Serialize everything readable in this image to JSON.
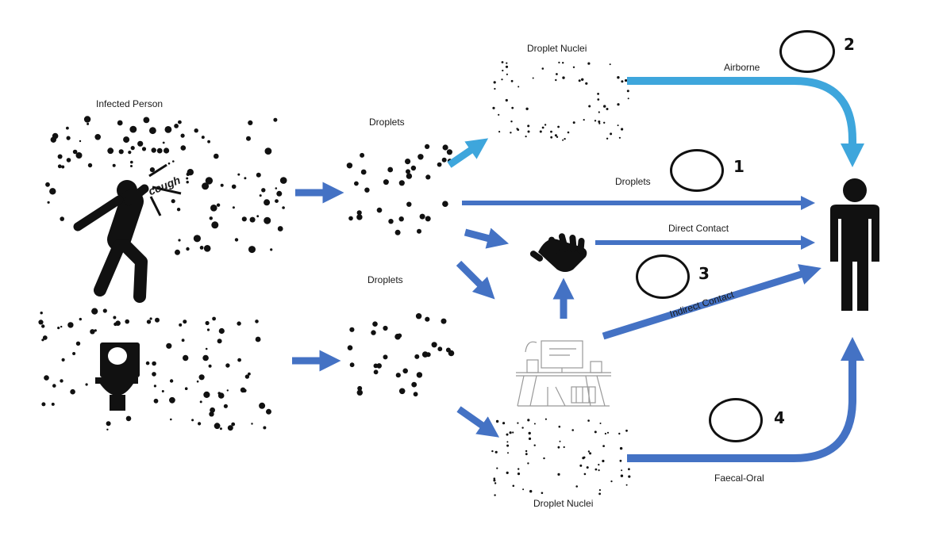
{
  "colors": {
    "arrow_blue": "#4472c4",
    "arrow_light_blue": "#3ea6dc",
    "ink": "#111111",
    "background": "#ffffff"
  },
  "icons": {
    "infected_person": "coughing-person-icon",
    "toilet": "toilet-icon",
    "hand": "hand-icon",
    "workspace": "workspace-surface-icon",
    "recipient": "person-icon"
  },
  "labels": {
    "infected_person": "Infected Person",
    "cough": "cough",
    "droplets_top": "Droplets",
    "droplets_bottom": "Droplets",
    "droplet_nuclei_top": "Droplet Nuclei",
    "droplet_nuclei_bottom": "Droplet Nuclei"
  },
  "routes": [
    {
      "name": "Droplets",
      "number": "1"
    },
    {
      "name": "Airborne",
      "number": "2"
    },
    {
      "name": "Indirect Contact",
      "number": "3"
    },
    {
      "name": "Faecal-Oral",
      "number": "4"
    },
    {
      "name": "Direct Contact"
    }
  ]
}
